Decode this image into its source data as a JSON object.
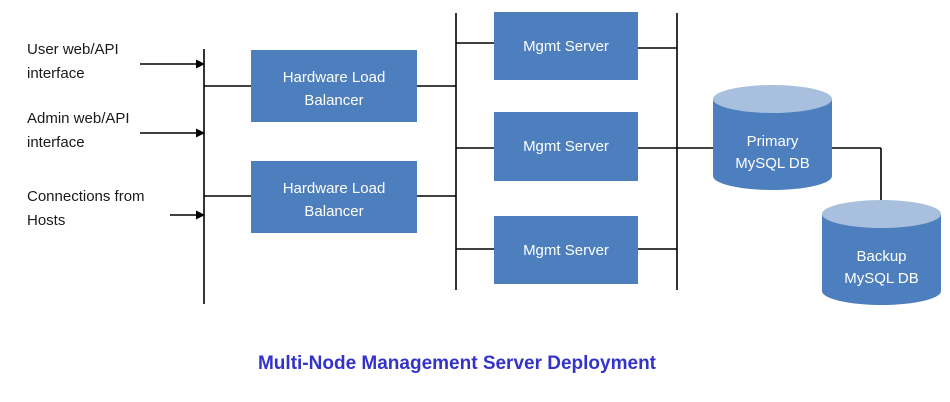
{
  "title": "Multi-Node Management Server Deployment",
  "colors": {
    "node_fill": "#4d7ebd",
    "cylinder_top": "#a8c0dd",
    "node_text": "#ffffff",
    "title_color": "#3333cc",
    "line_color": "#000000",
    "label_color": "#1a1a1a"
  },
  "external_inputs": [
    {
      "line1": "User web/API",
      "line2": "interface"
    },
    {
      "line1": "Admin web/API",
      "line2": "interface"
    },
    {
      "line1": "Connections from",
      "line2": "Hosts"
    }
  ],
  "load_balancers": [
    {
      "label": "Hardware Load Balancer"
    },
    {
      "label": "Hardware Load Balancer"
    }
  ],
  "mgmt_servers": [
    {
      "label": "Mgmt Server"
    },
    {
      "label": "Mgmt Server"
    },
    {
      "label": "Mgmt Server"
    }
  ],
  "databases": [
    {
      "line1": "Primary",
      "line2": "MySQL DB"
    },
    {
      "line1": "Backup",
      "line2": "MySQL DB"
    }
  ]
}
